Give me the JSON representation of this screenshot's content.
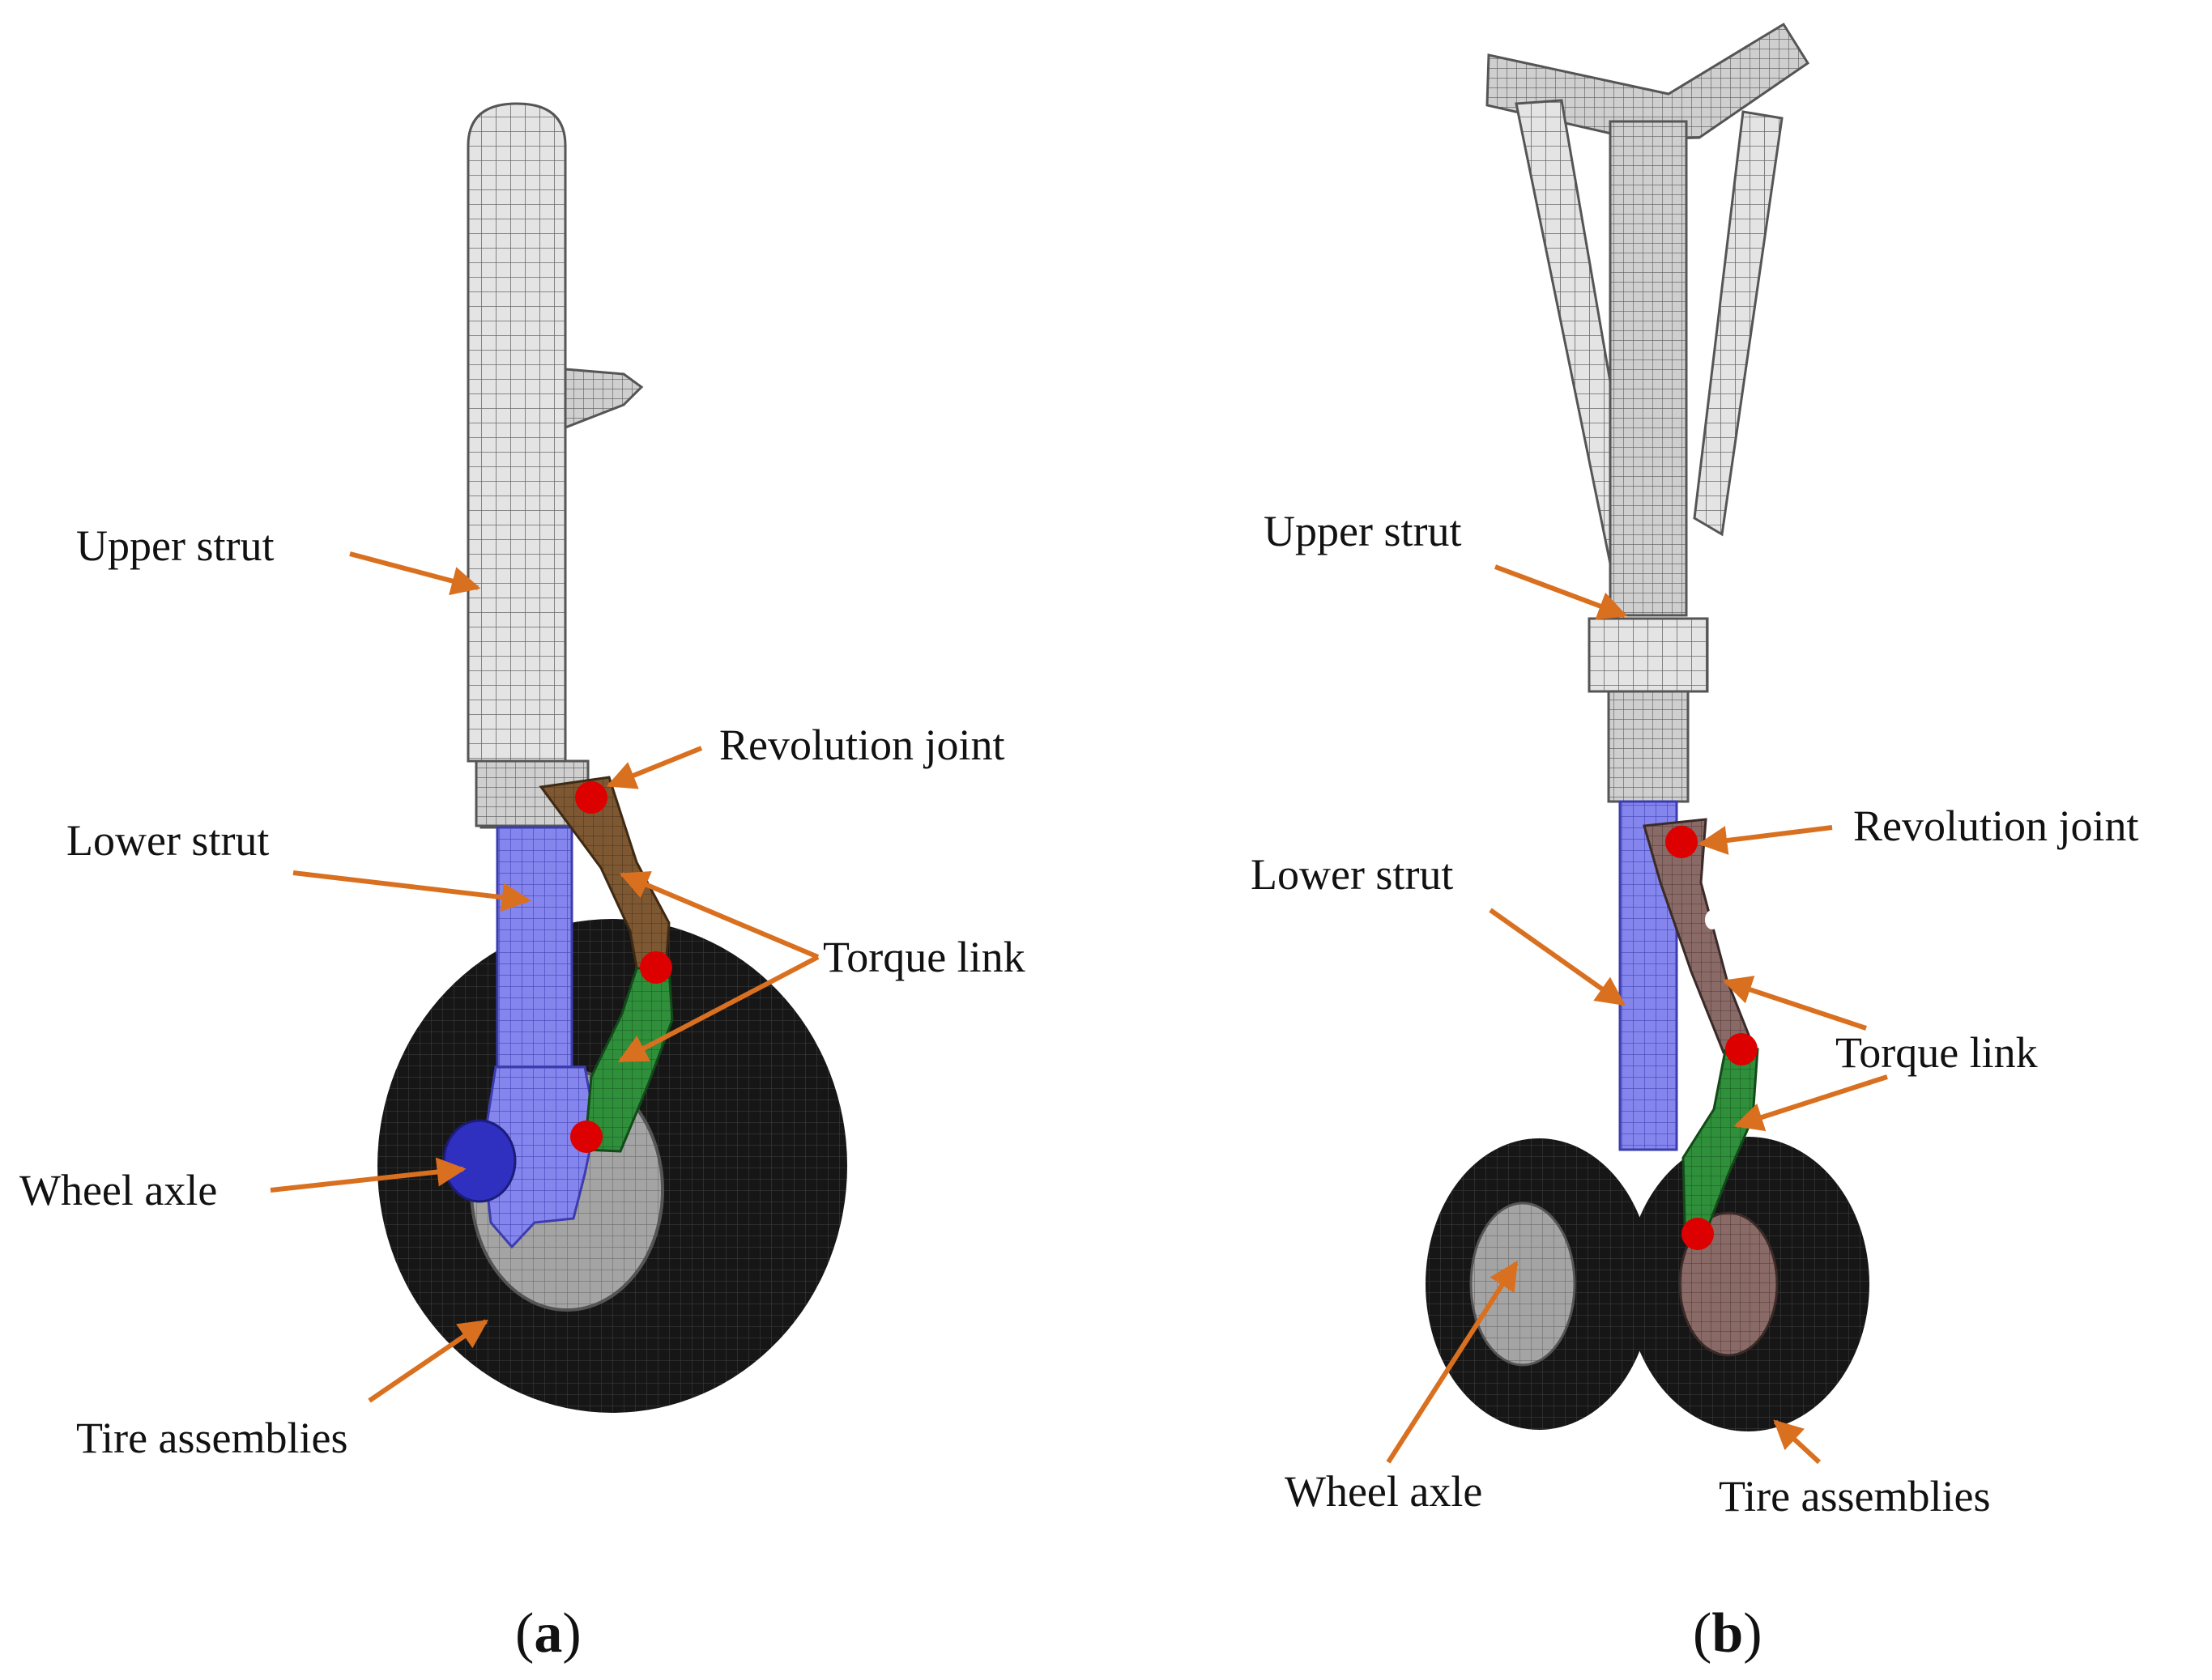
{
  "panels": [
    {
      "id": "a",
      "caption_open": "(",
      "caption_letter": "a",
      "caption_close": ")",
      "labels": {
        "upper_strut": "Upper strut",
        "revolution_joint": "Revolution joint",
        "lower_strut": "Lower strut",
        "torque_link": "Torque link",
        "wheel_axle": "Wheel axle",
        "tire_assemblies": "Tire assemblies"
      }
    },
    {
      "id": "b",
      "caption_open": "(",
      "caption_letter": "b",
      "caption_close": ")",
      "labels": {
        "upper_strut": "Upper strut",
        "revolution_joint": "Revolution joint",
        "lower_strut": "Lower strut",
        "torque_link": "Torque link",
        "wheel_axle": "Wheel axle",
        "tire_assemblies": "Tire assemblies"
      }
    }
  ],
  "colors": {
    "upper_strut_mesh": "#d9d9d9",
    "lower_strut_mesh": "#6f6fe6",
    "torque_link_upper": "#7a5530",
    "torque_link_lower": "#2e8b3a",
    "tire": "#141414",
    "hub": "#9c9c9c",
    "joint_marker": "#dd0000",
    "arrow": "#d9701f"
  }
}
